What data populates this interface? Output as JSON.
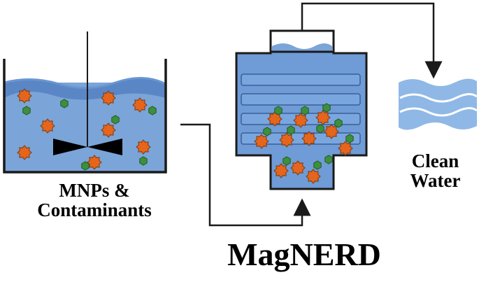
{
  "labels": {
    "tank_line1": "MNPs &",
    "tank_line2": "Contaminants",
    "output_line1": "Clean",
    "output_line2": "Water",
    "title": "MagNERD"
  },
  "colors": {
    "water": "#7ba4d8",
    "water_dark": "#5a86c6",
    "particle": "#e5651c",
    "contaminant": "#3d8f3d",
    "outline": "#1a1a1a",
    "clean_water": "#8fb8e6"
  },
  "icons": [
    "stirrer-icon",
    "magnetic-nanoparticle-icon",
    "contaminant-icon",
    "clean-water-icon",
    "flow-arrow-icon"
  ]
}
